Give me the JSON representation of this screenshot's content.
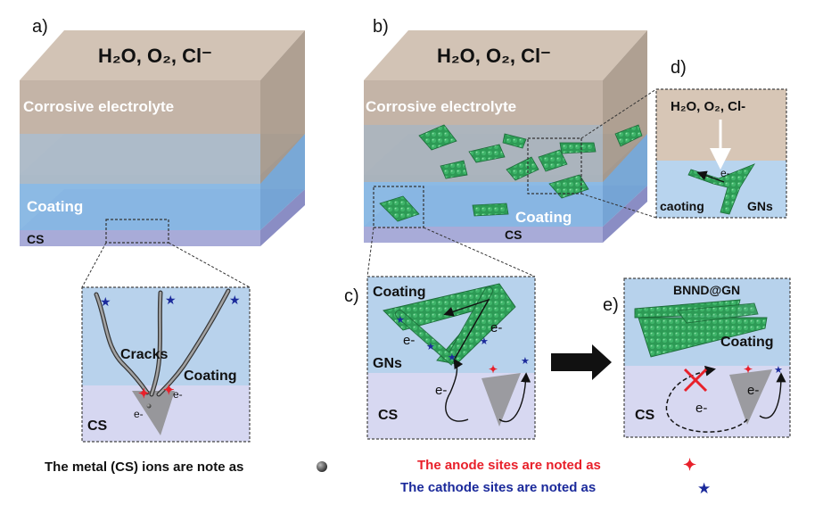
{
  "panels": {
    "a": {
      "letter": "a)",
      "species": "H₂O, O₂, Cl⁻",
      "electrolyte_label": "Corrosive electrolyte",
      "coating_label": "Coating",
      "substrate_label": "CS"
    },
    "b": {
      "letter": "b)",
      "species": "H₂O, O₂, Cl⁻",
      "electrolyte_label": "Corrosive electrolyte",
      "coating_label": "Coating",
      "substrate_label": "CS"
    },
    "a_zoom": {
      "cracks_label": "Cracks",
      "coating_label": "Coating",
      "substrate_label": "CS",
      "electron_label": "e-"
    },
    "c": {
      "letter": "c)",
      "coating_label": "Coating",
      "gns_label": "GNs",
      "substrate_label": "CS",
      "electron_label": "e-"
    },
    "d": {
      "letter": "d)",
      "species": "H₂O, O₂, Cl-",
      "coating_label": "caoting",
      "gns_label": "GNs",
      "electron_label": "e-"
    },
    "e": {
      "letter": "e)",
      "title": "BNND@GN",
      "coating_label": "Coating",
      "substrate_label": "CS",
      "electron_label": "e-"
    }
  },
  "notes": {
    "metal_ions": "The metal (CS) ions are note as",
    "anode": "The anode sites are noted as",
    "cathode": "The cathode sites are noted as"
  },
  "colors": {
    "electrolyte": "#c8b6a6",
    "coating": "#8fbde6",
    "substrate": "#b9bbe2",
    "graphene": "#2f9a58",
    "anode_marker": "#e8202a",
    "cathode_marker": "#1b2a9b"
  }
}
